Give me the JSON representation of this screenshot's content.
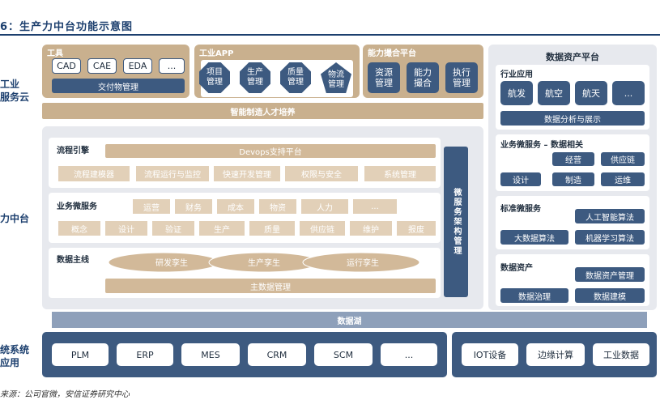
{
  "figure": {
    "title": "6：生产力中台功能示意图"
  },
  "side_labels": {
    "cloud": [
      "工业",
      "服务云"
    ],
    "midplatform": "力中台",
    "legacy": [
      "统系统",
      "应用"
    ]
  },
  "tools": {
    "header": "工具",
    "items": [
      "CAD",
      "CAE",
      "EDA",
      "..."
    ],
    "bar": "交付物管理"
  },
  "industrial_app": {
    "header": "工业APP",
    "items": [
      [
        "项目",
        "管理"
      ],
      [
        "生产",
        "管理"
      ],
      [
        "质量",
        "管理"
      ],
      [
        "物流",
        "管理"
      ]
    ]
  },
  "capability": {
    "header": "能力撮合平台",
    "items": [
      [
        "资源",
        "管理"
      ],
      [
        "能力",
        "撮合"
      ],
      [
        "执行",
        "管理"
      ]
    ]
  },
  "talent_bar": "智能制造人才培养",
  "process_engine": {
    "title": "流程引擎",
    "devops": "Devops支持平台",
    "items": [
      "流程建模器",
      "流程运行与监控",
      "快速开发管理",
      "权限与安全",
      "系统管理"
    ]
  },
  "business_micro": {
    "title": "业务微服务",
    "row1": [
      "运营",
      "财务",
      "成本",
      "物资",
      "人力",
      "..."
    ],
    "row2": [
      "概念",
      "设计",
      "验证",
      "生产",
      "质量",
      "供应链",
      "维护",
      "报废"
    ]
  },
  "data_bus": {
    "title": "数据主线",
    "ellipses": [
      "研发孪生",
      "生产孪生",
      "运行孪生"
    ],
    "bar": "主数据管理"
  },
  "vertical": "微服务架构管理",
  "data_lake": "数据湖",
  "data_asset": {
    "title": "数据资产平台",
    "industry": {
      "title": "行业应用",
      "items": [
        "航发",
        "航空",
        "航天",
        "..."
      ],
      "bar": "数据分析与展示"
    },
    "biz_data": {
      "title": "业务微服务 – 数据相关",
      "row1": [
        "经营",
        "供应链"
      ],
      "row2": [
        "设计",
        "制造",
        "运维"
      ]
    },
    "standard": {
      "title": "标准微服务",
      "items": [
        "人工智能算法",
        "大数据算法",
        "机器学习算法"
      ]
    },
    "assets": {
      "title": "数据资产",
      "items": [
        "数据资产管理",
        "数据治理",
        "数据建模"
      ]
    }
  },
  "legacy_systems": [
    "PLM",
    "ERP",
    "MES",
    "CRM",
    "SCM",
    "..."
  ],
  "iot_systems": [
    "IOT设备",
    "边缘计算",
    "工业数据"
  ],
  "source": "来源：公司官微，安信证券研究中心"
}
